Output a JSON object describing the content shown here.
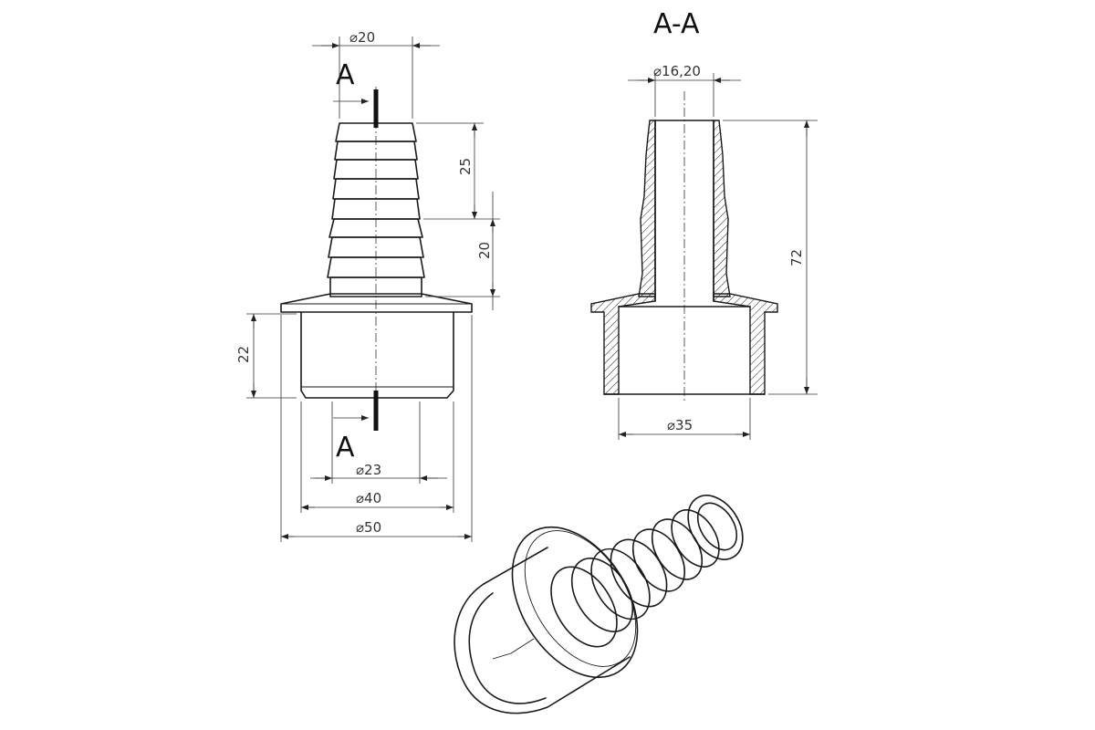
{
  "section": {
    "title": "A-A",
    "cut_label_top": "A",
    "cut_label_bottom": "A"
  },
  "dimensions": {
    "d20": "⌀20",
    "d16": "⌀16,20",
    "d23": "⌀23",
    "d40": "⌀40",
    "d50": "⌀50",
    "d35": "⌀35",
    "l25": "25",
    "l20": "20",
    "l22": "22",
    "l72": "72"
  }
}
